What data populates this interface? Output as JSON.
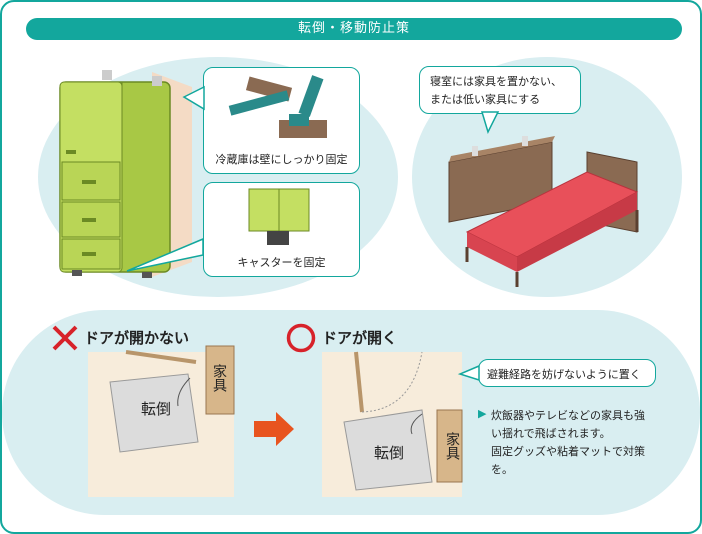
{
  "title": "転倒・移動防止策",
  "callouts": {
    "fridge_wall": "冷蔵庫は壁にしっかり固定",
    "caster": "キャスターを固定",
    "bedroom": [
      "寝室には家具を置かない、",
      "または低い家具にする"
    ],
    "evac": "避難経路を妨げないように置く"
  },
  "bad": {
    "heading": "ドアが開かない",
    "fall_label": "転倒",
    "furniture_label": "家具"
  },
  "good": {
    "heading": "ドアが開く",
    "fall_label": "転倒",
    "furniture_label": "家具"
  },
  "note": {
    "marker": "▶",
    "lines": [
      "炊飯器やテレビなどの家具も強",
      "い揺れで飛ばされます。",
      "固定グッズや粘着マットで対策",
      "を。"
    ]
  },
  "colors": {
    "accent": "#13a79d",
    "bad": "#d7222a",
    "good": "#d7222a",
    "arrow": "#e8541f",
    "fridge": "#b7d555",
    "bed": "#e8505a"
  }
}
